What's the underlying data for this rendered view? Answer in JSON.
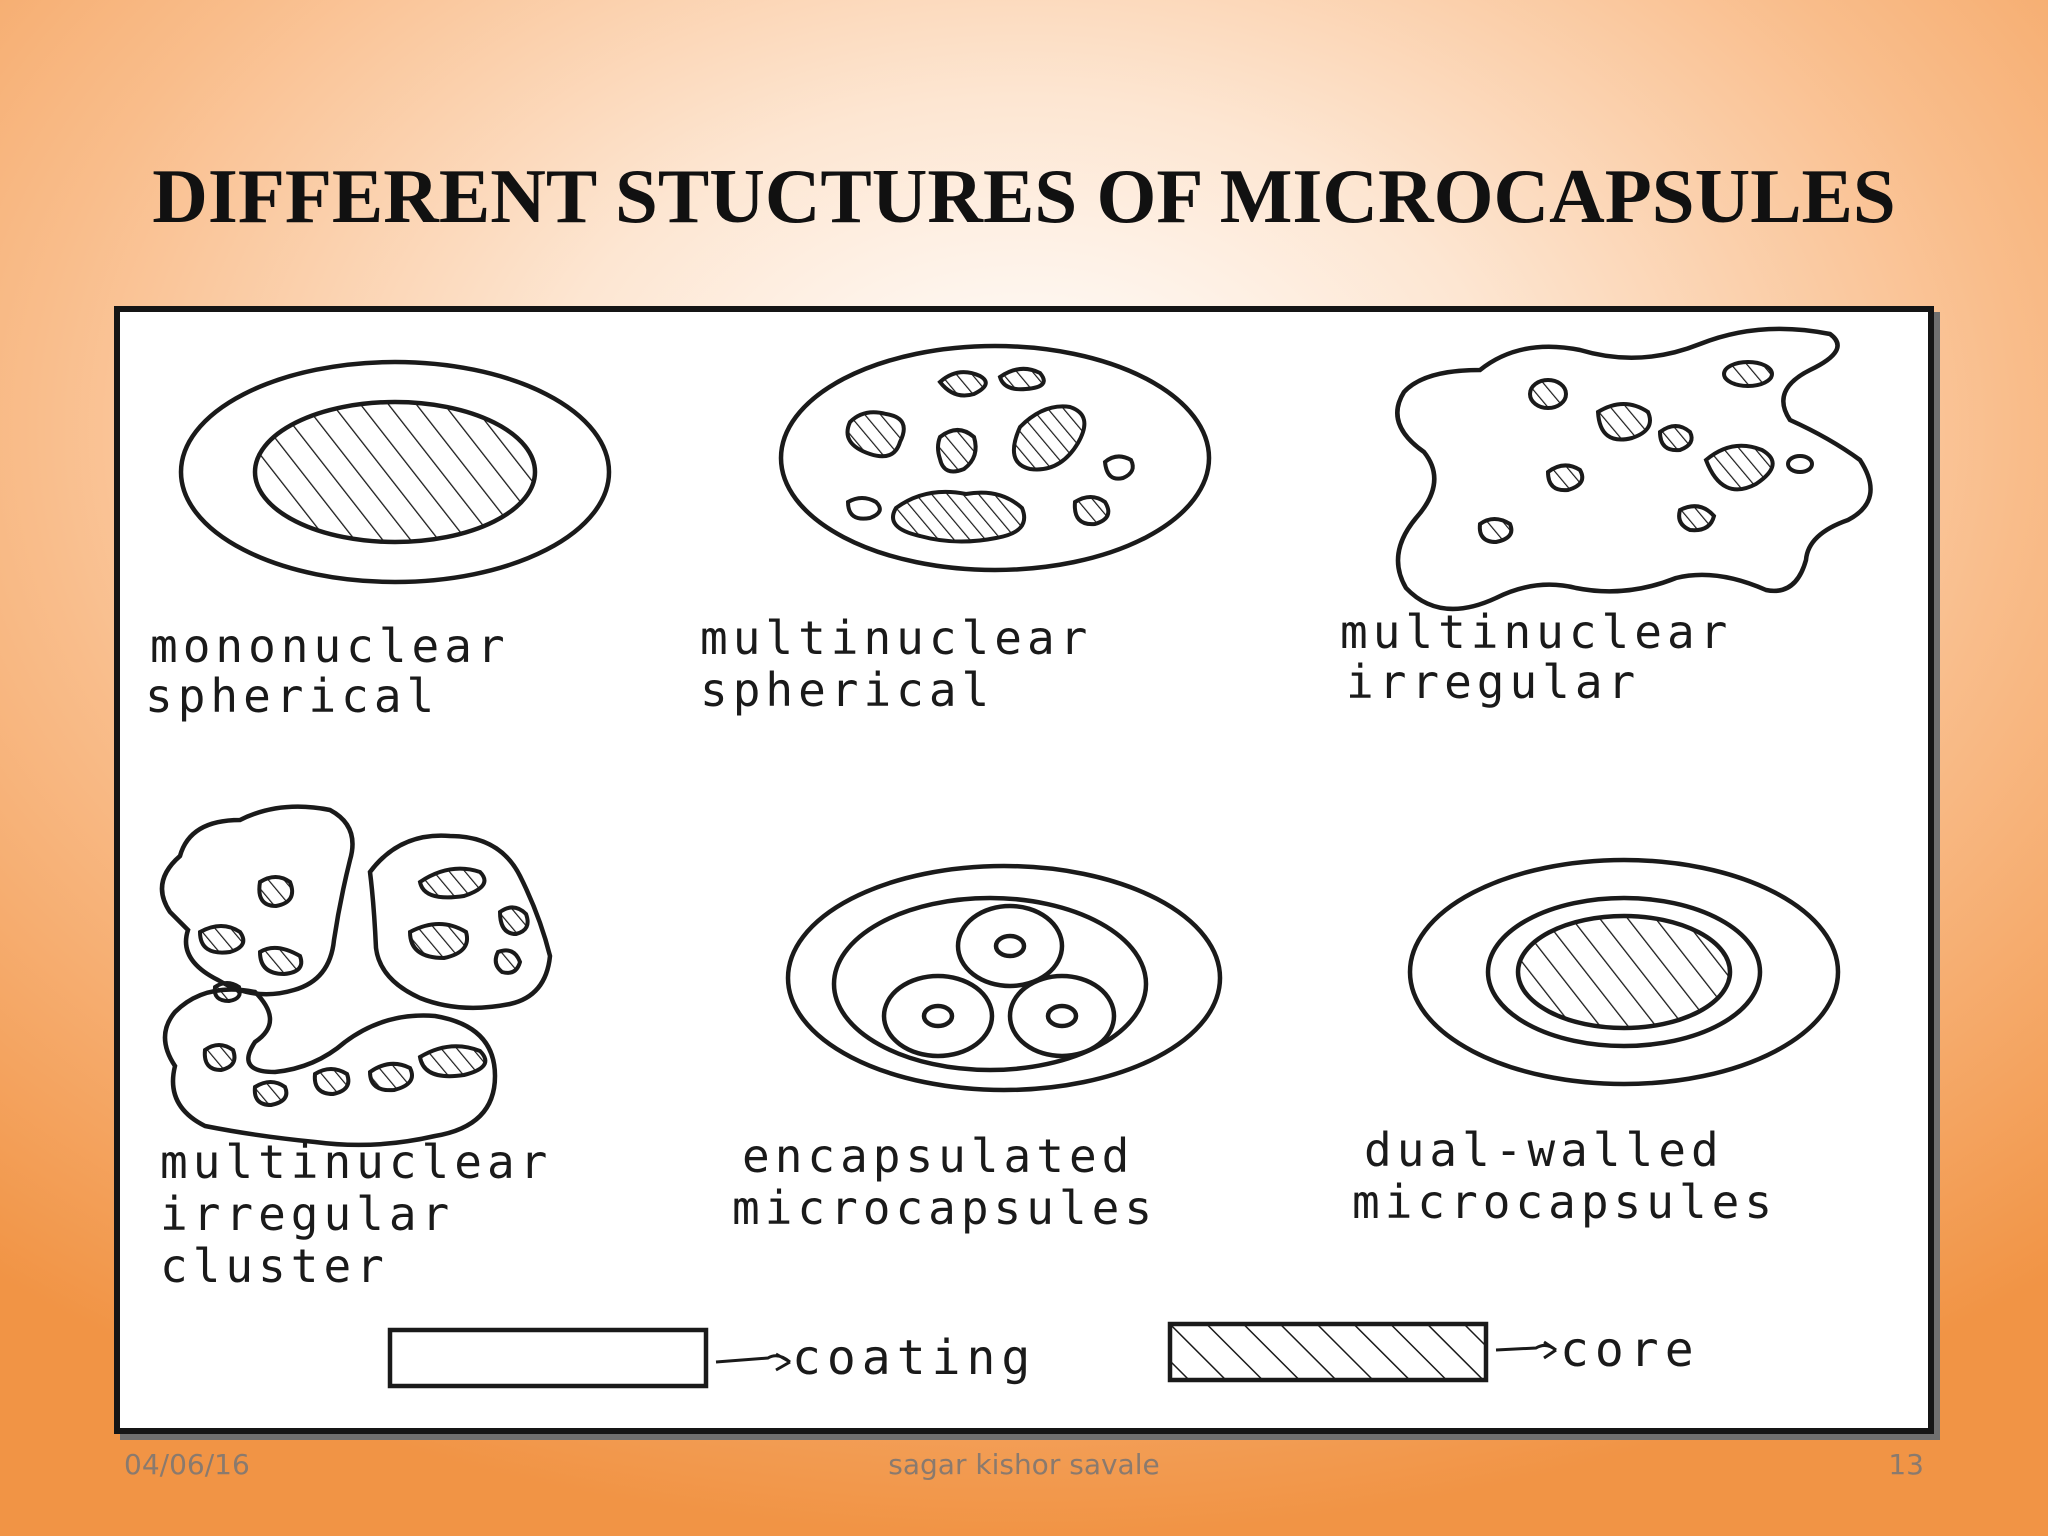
{
  "slide": {
    "title": "DIFFERENT STUCTURES OF MICROCAPSULES"
  },
  "diagram": {
    "captions": {
      "mononuclear_spherical": [
        "mononuclear",
        "spherical"
      ],
      "multinuclear_spherical": [
        "multinuclear",
        "spherical"
      ],
      "multinuclear_irregular": [
        "multinuclear",
        "irregular"
      ],
      "multinuclear_irregular_cluster": [
        "multinuclear",
        "irregular",
        "cluster"
      ],
      "encapsulated_microcapsules": [
        "encapsulated",
        "microcapsules"
      ],
      "dual_walled_microcapsules": [
        "dual-walled",
        "microcapsules"
      ]
    },
    "legend": {
      "coating": "coating",
      "core": "core"
    }
  },
  "footer": {
    "date": "04/06/16",
    "author": "sagar kishor savale",
    "page": "13"
  }
}
